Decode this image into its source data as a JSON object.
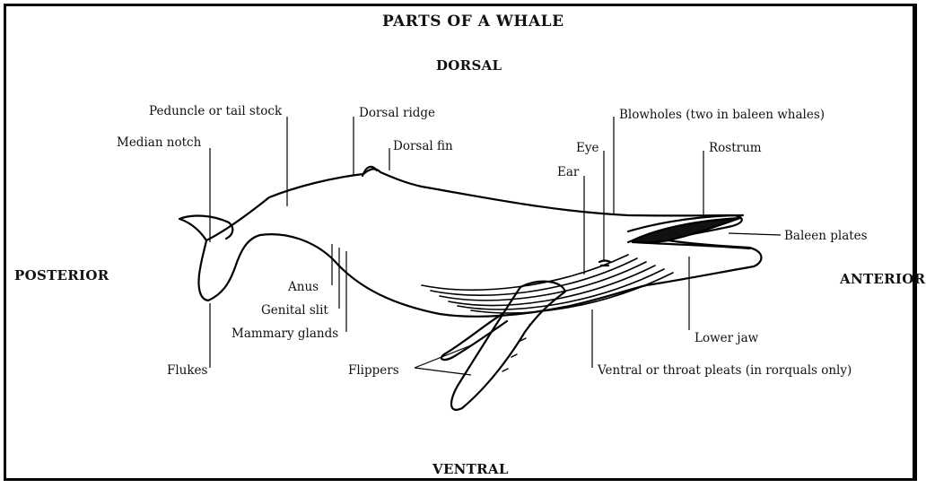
{
  "title": "PARTS OF A WHALE",
  "directions": {
    "dorsal": "DORSAL",
    "ventral": "VENTRAL",
    "posterior": "POSTERIOR",
    "anterior": "ANTERIOR"
  },
  "parts": {
    "peduncle": "Peduncle or tail stock",
    "median_notch": "Median notch",
    "dorsal_ridge": "Dorsal ridge",
    "dorsal_fin": "Dorsal fin",
    "eye": "Eye",
    "ear": "Ear",
    "blowholes": "Blowholes (two in baleen whales)",
    "rostrum": "Rostrum",
    "baleen_plates": "Baleen plates",
    "anus": "Anus",
    "genital_slit": "Genital slit",
    "mammary_glands": "Mammary glands",
    "flukes": "Flukes",
    "flippers": "Flippers",
    "lower_jaw": "Lower jaw",
    "ventral_pleats": "Ventral or throat pleats (in rorquals only)"
  }
}
